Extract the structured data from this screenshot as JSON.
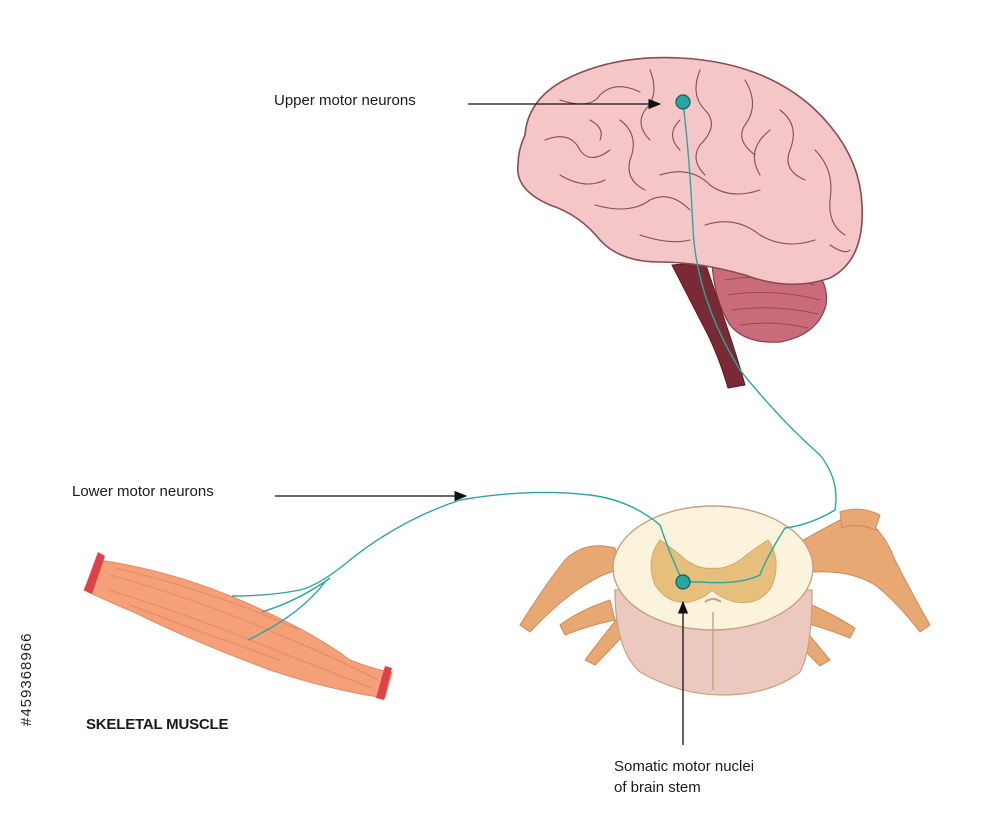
{
  "labels": {
    "upper": "Upper motor neurons",
    "lower": "Lower motor neurons",
    "muscle": "SKELETAL MUSCLE",
    "nuclei_line1": "Somatic motor nuclei",
    "nuclei_line2": "of brain stem"
  },
  "side_id": "#459368966",
  "colors": {
    "brain": "#f4c6c8",
    "brain_outline": "#8a4b55",
    "cerebellum": "#c96b7a",
    "brainstem": "#7a2a34",
    "neuron": "#2aa6a0",
    "muscle": "#f5a078",
    "muscle_end": "#e0404a",
    "cord_white": "#fbf3dc",
    "cord_grey": "#e6bf7c",
    "nerve_root": "#e8a874",
    "cord_base": "#ecc9bf"
  }
}
